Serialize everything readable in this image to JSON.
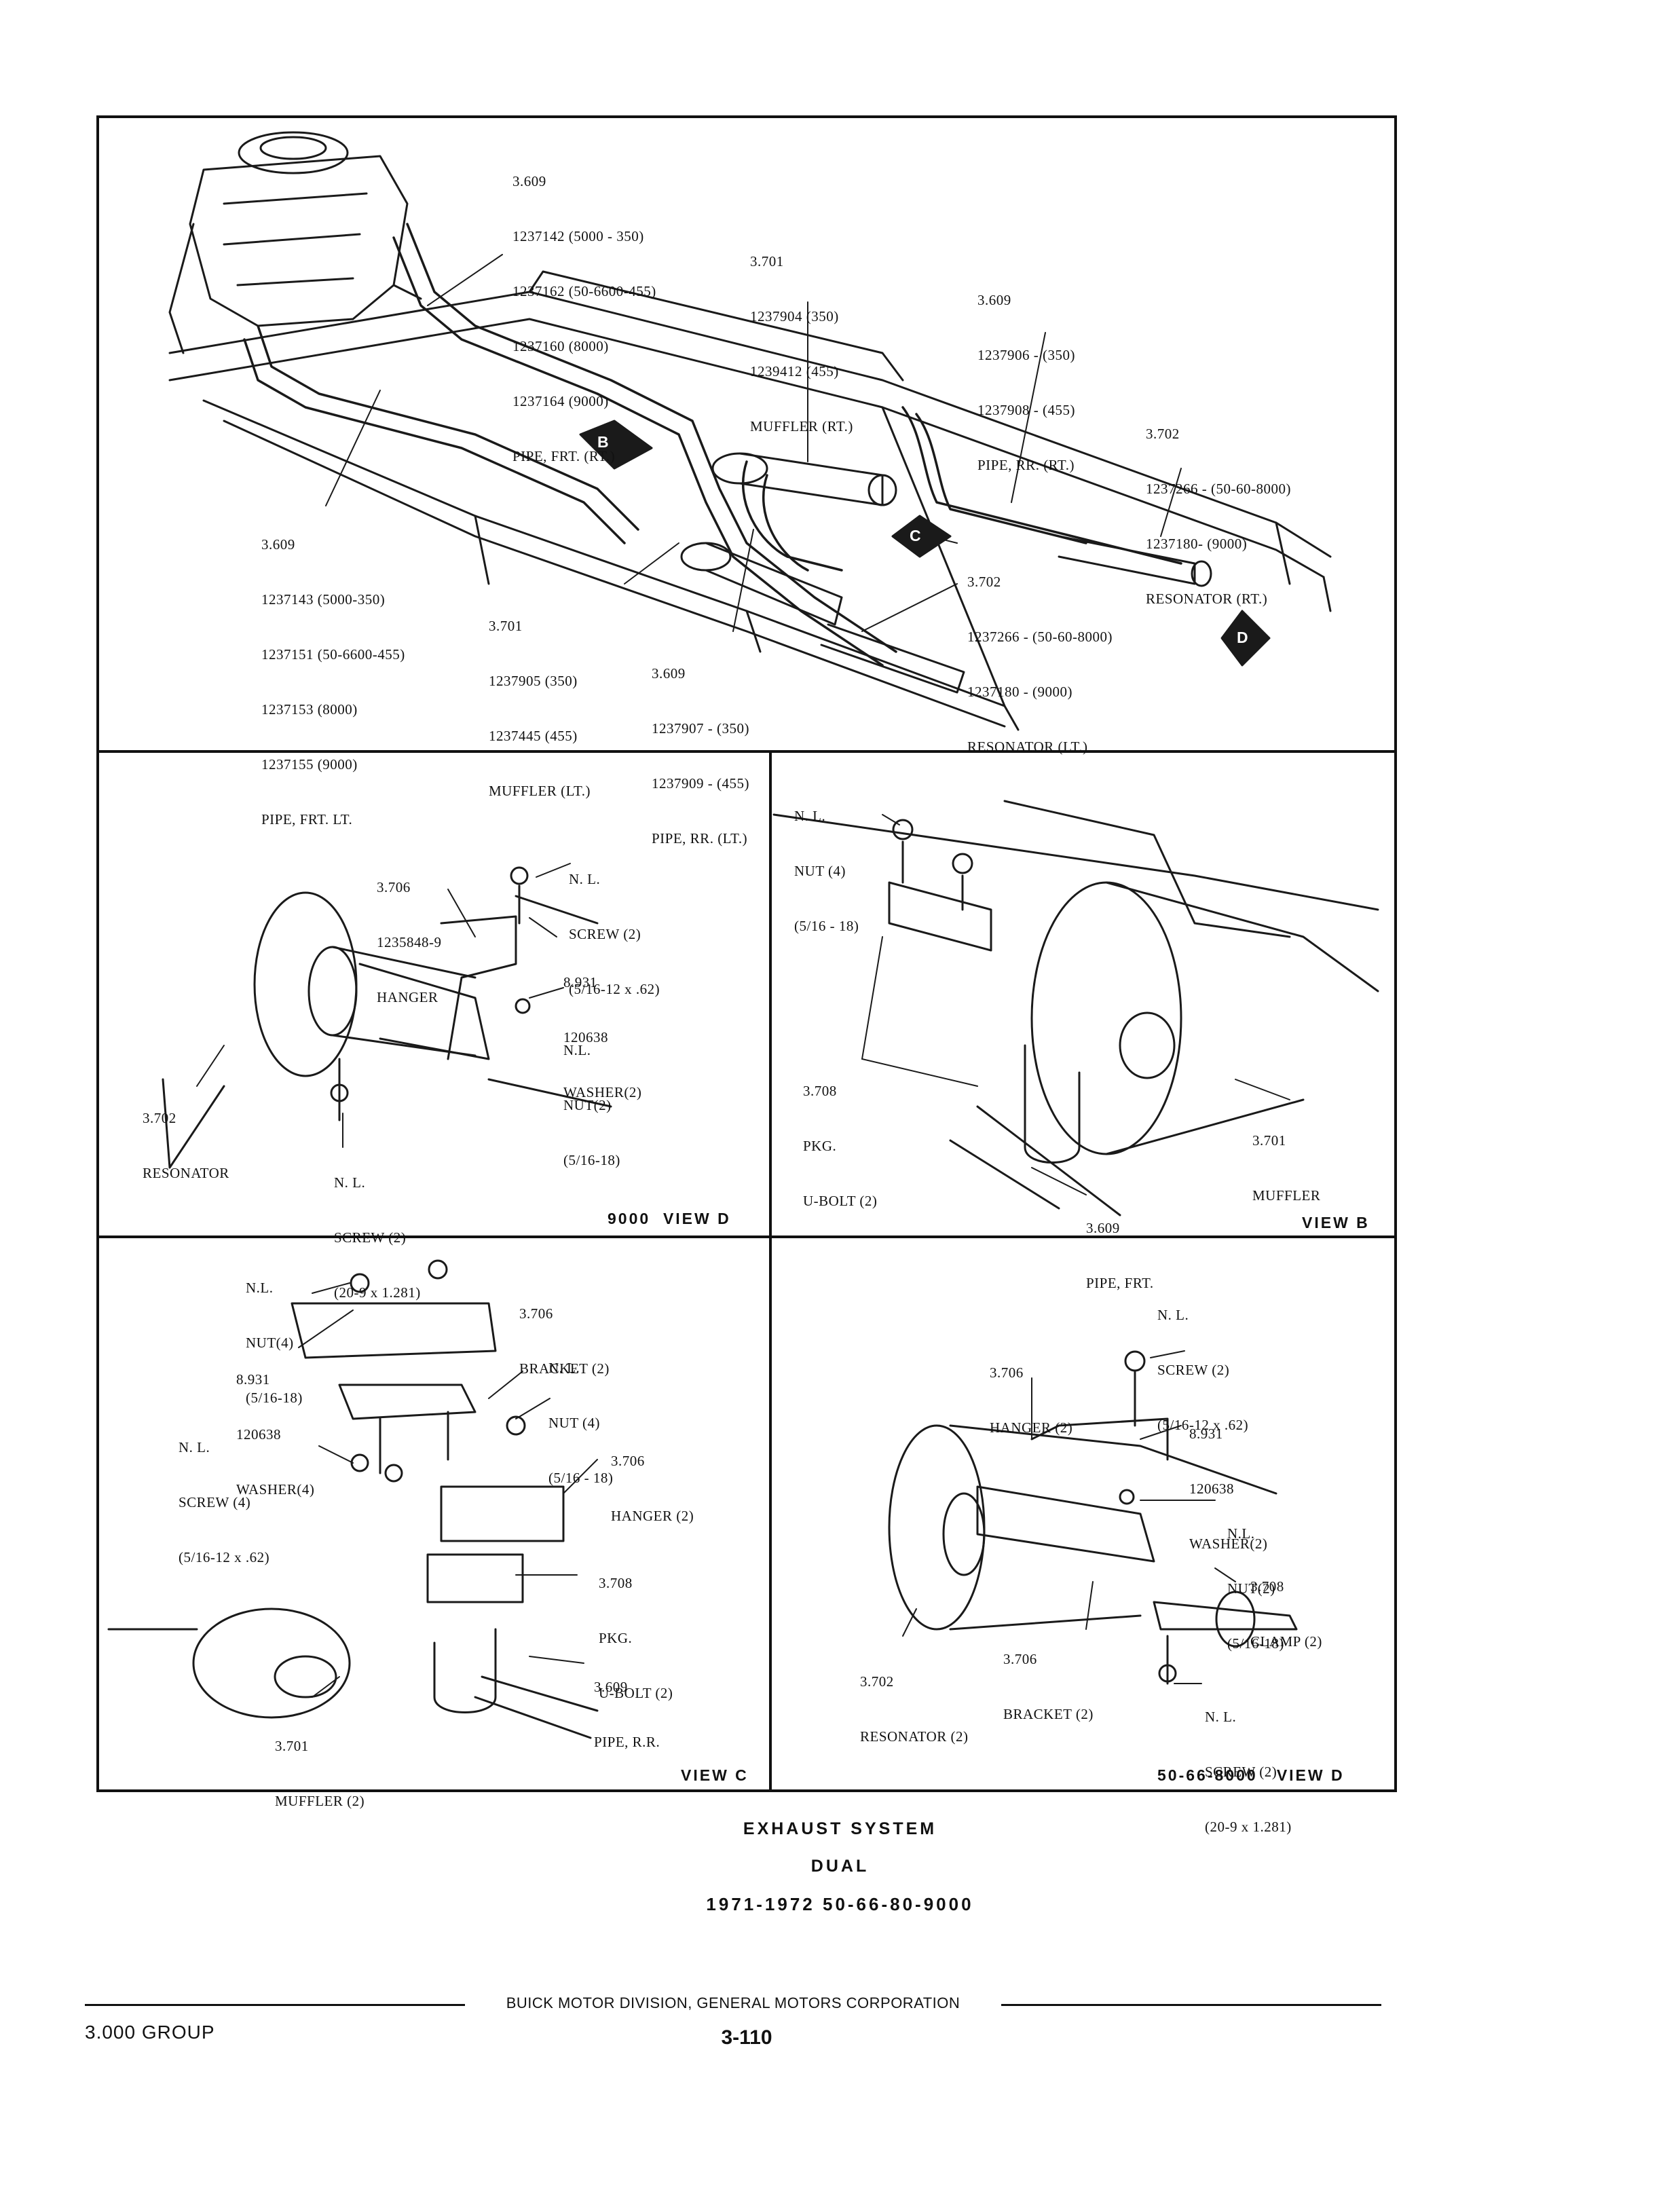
{
  "main_view": {
    "callouts": [
      {
        "id": "pipe_frt_rt",
        "lines": [
          "3.609",
          "1237142 (5000 - 350)",
          "1237162 (50-6600-455)",
          "1237160 (8000)",
          "1237164 (9000)",
          "PIPE, FRT. (RT.)"
        ]
      },
      {
        "id": "muffler_rt",
        "lines": [
          "3.701",
          "1237904 (350)",
          "1239412 (455)",
          "MUFFLER (RT.)"
        ]
      },
      {
        "id": "pipe_rr_rt",
        "lines": [
          "3.609",
          "1237906 - (350)",
          "1237908 - (455)",
          "PIPE, RR. (RT.)"
        ]
      },
      {
        "id": "resonator_rt",
        "lines": [
          "3.702",
          "1237266 - (50-60-8000)",
          "1237180- (9000)",
          "RESONATOR (RT.)"
        ]
      },
      {
        "id": "pipe_frt_lt",
        "lines": [
          "3.609",
          "1237143 (5000-350)",
          "1237151 (50-6600-455)",
          "1237153 (8000)",
          "1237155 (9000)",
          "PIPE, FRT. LT."
        ]
      },
      {
        "id": "muffler_lt",
        "lines": [
          "3.701",
          "1237905 (350)",
          "1237445 (455)",
          "MUFFLER (LT.)"
        ]
      },
      {
        "id": "pipe_rr_lt",
        "lines": [
          "3.609",
          "1237907 - (350)",
          "1237909 - (455)",
          "PIPE, RR. (LT.)"
        ]
      },
      {
        "id": "resonator_lt",
        "lines": [
          "3.702",
          "1237266 - (50-60-8000)",
          "1237180 - (9000)",
          "RESONATOR (LT.)"
        ]
      }
    ],
    "view_arrows": [
      "B",
      "C",
      "D"
    ]
  },
  "view_d_9000": {
    "title": "9000  VIEW D",
    "callouts": [
      {
        "id": "hanger",
        "lines": [
          "3.706",
          "1235848-9",
          "HANGER"
        ]
      },
      {
        "id": "screw_top",
        "lines": [
          "N. L.",
          "SCREW (2)",
          "(5/16-12 x .62)"
        ]
      },
      {
        "id": "washer",
        "lines": [
          "8.931",
          "120638",
          "WASHER(2)"
        ]
      },
      {
        "id": "nut",
        "lines": [
          "N.L.",
          "NUT(2)",
          "(5/16-18)"
        ]
      },
      {
        "id": "resonator",
        "lines": [
          "3.702",
          "RESONATOR"
        ]
      },
      {
        "id": "screw_bottom",
        "lines": [
          "N. L.",
          "SCREW (2)",
          "(20-9 x 1.281)"
        ]
      }
    ]
  },
  "view_b": {
    "title": "VIEW B",
    "callouts": [
      {
        "id": "nut",
        "lines": [
          "N. L.",
          "NUT (4)",
          "(5/16 - 18)"
        ]
      },
      {
        "id": "ubolt",
        "lines": [
          "3.708",
          "PKG.",
          "U-BOLT (2)"
        ]
      },
      {
        "id": "muffler",
        "lines": [
          "3.701",
          "MUFFLER"
        ]
      },
      {
        "id": "pipe",
        "lines": [
          "3.609",
          "PIPE, FRT."
        ]
      }
    ]
  },
  "view_c": {
    "title": "VIEW C",
    "callouts": [
      {
        "id": "nut_left",
        "lines": [
          "N.L.",
          "NUT(4)",
          "(5/16-18)"
        ]
      },
      {
        "id": "washer",
        "lines": [
          "8.931",
          "120638",
          "WASHER(4)"
        ]
      },
      {
        "id": "bracket",
        "lines": [
          "3.706",
          "BRACKET (2)"
        ]
      },
      {
        "id": "nut_right",
        "lines": [
          "N. L.",
          "NUT (4)",
          "(5/16 - 18)"
        ]
      },
      {
        "id": "screw",
        "lines": [
          "N. L.",
          "SCREW (4)",
          "(5/16-12 x .62)"
        ]
      },
      {
        "id": "hanger",
        "lines": [
          "3.706",
          "HANGER (2)"
        ]
      },
      {
        "id": "ubolt",
        "lines": [
          "3.708",
          "PKG.",
          "U-BOLT (2)"
        ]
      },
      {
        "id": "pipe",
        "lines": [
          "3.609",
          "PIPE, R.R."
        ]
      },
      {
        "id": "muffler",
        "lines": [
          "3.701",
          "MUFFLER (2)"
        ]
      }
    ]
  },
  "view_d_50": {
    "title": "50-66-8000   VIEW D",
    "callouts": [
      {
        "id": "screw_top",
        "lines": [
          "N. L.",
          "SCREW (2)",
          "(5/16-12 x .62)"
        ]
      },
      {
        "id": "hanger",
        "lines": [
          "3.706",
          "HANGER (2)"
        ]
      },
      {
        "id": "washer",
        "lines": [
          "8.931",
          "120638",
          "WASHER(2)"
        ]
      },
      {
        "id": "nut",
        "lines": [
          "N.L.",
          "NUT(2)",
          "(5/16-18)"
        ]
      },
      {
        "id": "clamp",
        "lines": [
          "3.708",
          "CLAMP (2)"
        ]
      },
      {
        "id": "resonator",
        "lines": [
          "3.702",
          "RESONATOR (2)"
        ]
      },
      {
        "id": "bracket",
        "lines": [
          "3.706",
          "BRACKET (2)"
        ]
      },
      {
        "id": "screw_bottom",
        "lines": [
          "N. L.",
          "SCREW (2)",
          "(20-9 x 1.281)"
        ]
      }
    ]
  },
  "caption": {
    "line1": "EXHAUST SYSTEM",
    "line2": "DUAL",
    "line3": "1971-1972 50-66-80-9000"
  },
  "footer": {
    "corporation": "BUICK MOTOR DIVISION, GENERAL MOTORS CORPORATION",
    "group": "3.000 GROUP",
    "page_number": "3-110"
  }
}
